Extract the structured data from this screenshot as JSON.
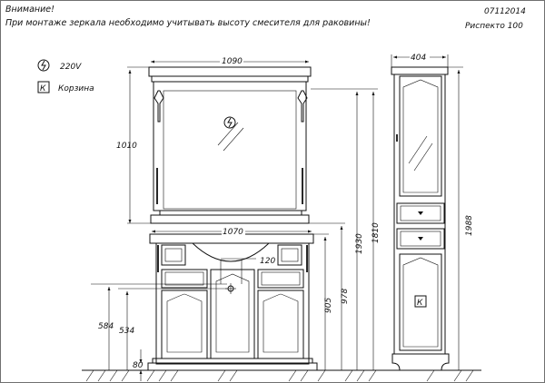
{
  "header": {
    "warning_title": "Внимание!",
    "warning_text": "При монтаже зеркала необходимо учитывать высоту смесителя для раковины!",
    "doc_code": "07112014",
    "product_name": "Риспекто  100"
  },
  "legend": {
    "power_label": "220V",
    "power_icon": "lightning-in-circle",
    "basket_symbol": "К",
    "basket_label": "Корзина"
  },
  "dimensions": {
    "mirror_width": "1090",
    "mirror_height": "1010",
    "vanity_width": "1070",
    "faucet_spacing": "120",
    "drain_height_1": "584",
    "drain_height_2": "534",
    "plinth_height": "80",
    "vanity_height": "905",
    "counter_height": "978",
    "mirror_top_1": "1930",
    "mirror_top_2": "1810",
    "column_width": "404",
    "column_height": "1988"
  }
}
